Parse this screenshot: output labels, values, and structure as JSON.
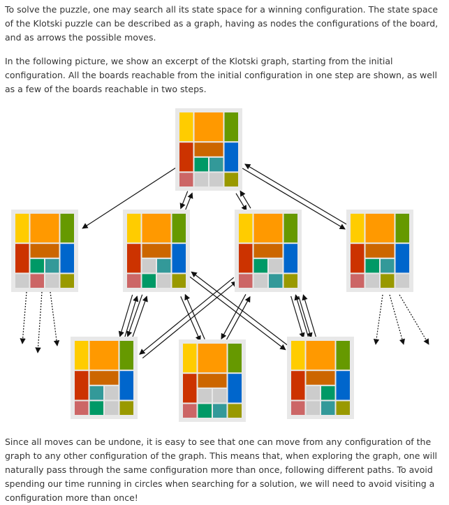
{
  "intro_text": "To solve the puzzle, one may search all its state space for a winning configuration. The state space of the Klotski puzzle can be described as a graph, having as nodes the configurations of the board, and as arrows the possible moves.",
  "picture_text": "In the following picture, we show an excerpt of the Klotski graph, starting from the initial configuration. All the boards reachable from the initial configuration in one step are shown, as well as a few of the boards reachable in two steps.",
  "closing_text": "Since all moves can be undone, it is easy to see that one can move from any configuration of the graph to any other configuration of the graph. This means that, when exploring the graph, one will naturally pass through the same configuration more than once, following different paths. To avoid spending our time running in circles when searching for a solution, we will need to avoid visiting a configuration more than once!",
  "colors": {
    "frame": "#e8e8e8",
    "yellow": "#ffcc00",
    "orange": "#ff9900",
    "green": "#669900",
    "red": "#cc3300",
    "brown": "#cc6600",
    "blue": "#0066cc",
    "teal": "#009966",
    "cyan": "#339999",
    "pink": "#cc6666",
    "olive": "#999900",
    "empty": "#cccccc",
    "arrow": "#111111"
  },
  "graph": {
    "boards": [
      {
        "id": "initial",
        "pieces": [
          [
            "yellow",
            0,
            0,
            1,
            2
          ],
          [
            "orange",
            1,
            0,
            2,
            2
          ],
          [
            "green",
            3,
            0,
            1,
            2
          ],
          [
            "red",
            0,
            2,
            1,
            2
          ],
          [
            "brown",
            1,
            2,
            2,
            1
          ],
          [
            "blue",
            3,
            2,
            1,
            2
          ],
          [
            "teal",
            1,
            3,
            1,
            1
          ],
          [
            "cyan",
            2,
            3,
            1,
            1
          ],
          [
            "pink",
            0,
            4,
            1,
            1
          ],
          [
            "empty",
            1,
            4,
            1,
            1
          ],
          [
            "empty",
            2,
            4,
            1,
            1
          ],
          [
            "olive",
            3,
            4,
            1,
            1
          ]
        ]
      },
      {
        "id": "step1-a",
        "pieces": [
          [
            "yellow",
            0,
            0,
            1,
            2
          ],
          [
            "orange",
            1,
            0,
            2,
            2
          ],
          [
            "green",
            3,
            0,
            1,
            2
          ],
          [
            "red",
            0,
            2,
            1,
            2
          ],
          [
            "brown",
            1,
            2,
            2,
            1
          ],
          [
            "blue",
            3,
            2,
            1,
            2
          ],
          [
            "teal",
            1,
            3,
            1,
            1
          ],
          [
            "cyan",
            2,
            3,
            1,
            1
          ],
          [
            "empty",
            0,
            4,
            1,
            1
          ],
          [
            "pink",
            1,
            4,
            1,
            1
          ],
          [
            "empty",
            2,
            4,
            1,
            1
          ],
          [
            "olive",
            3,
            4,
            1,
            1
          ]
        ]
      },
      {
        "id": "step1-b",
        "pieces": [
          [
            "yellow",
            0,
            0,
            1,
            2
          ],
          [
            "orange",
            1,
            0,
            2,
            2
          ],
          [
            "green",
            3,
            0,
            1,
            2
          ],
          [
            "red",
            0,
            2,
            1,
            2
          ],
          [
            "brown",
            1,
            2,
            2,
            1
          ],
          [
            "blue",
            3,
            2,
            1,
            2
          ],
          [
            "empty",
            1,
            3,
            1,
            1
          ],
          [
            "cyan",
            2,
            3,
            1,
            1
          ],
          [
            "pink",
            0,
            4,
            1,
            1
          ],
          [
            "teal",
            1,
            4,
            1,
            1
          ],
          [
            "empty",
            2,
            4,
            1,
            1
          ],
          [
            "olive",
            3,
            4,
            1,
            1
          ]
        ]
      },
      {
        "id": "step1-c",
        "pieces": [
          [
            "yellow",
            0,
            0,
            1,
            2
          ],
          [
            "orange",
            1,
            0,
            2,
            2
          ],
          [
            "green",
            3,
            0,
            1,
            2
          ],
          [
            "red",
            0,
            2,
            1,
            2
          ],
          [
            "brown",
            1,
            2,
            2,
            1
          ],
          [
            "blue",
            3,
            2,
            1,
            2
          ],
          [
            "teal",
            1,
            3,
            1,
            1
          ],
          [
            "empty",
            2,
            3,
            1,
            1
          ],
          [
            "pink",
            0,
            4,
            1,
            1
          ],
          [
            "empty",
            1,
            4,
            1,
            1
          ],
          [
            "cyan",
            2,
            4,
            1,
            1
          ],
          [
            "olive",
            3,
            4,
            1,
            1
          ]
        ]
      },
      {
        "id": "step1-d",
        "pieces": [
          [
            "yellow",
            0,
            0,
            1,
            2
          ],
          [
            "orange",
            1,
            0,
            2,
            2
          ],
          [
            "green",
            3,
            0,
            1,
            2
          ],
          [
            "red",
            0,
            2,
            1,
            2
          ],
          [
            "brown",
            1,
            2,
            2,
            1
          ],
          [
            "blue",
            3,
            2,
            1,
            2
          ],
          [
            "teal",
            1,
            3,
            1,
            1
          ],
          [
            "cyan",
            2,
            3,
            1,
            1
          ],
          [
            "pink",
            0,
            4,
            1,
            1
          ],
          [
            "empty",
            1,
            4,
            1,
            1
          ],
          [
            "olive",
            2,
            4,
            1,
            1
          ],
          [
            "empty",
            3,
            4,
            1,
            1
          ]
        ]
      },
      {
        "id": "step2-a",
        "pieces": [
          [
            "yellow",
            0,
            0,
            1,
            2
          ],
          [
            "orange",
            1,
            0,
            2,
            2
          ],
          [
            "green",
            3,
            0,
            1,
            2
          ],
          [
            "red",
            0,
            2,
            1,
            2
          ],
          [
            "brown",
            1,
            2,
            2,
            1
          ],
          [
            "blue",
            3,
            2,
            1,
            2
          ],
          [
            "cyan",
            1,
            3,
            1,
            1
          ],
          [
            "empty",
            2,
            3,
            1,
            1
          ],
          [
            "pink",
            0,
            4,
            1,
            1
          ],
          [
            "teal",
            1,
            4,
            1,
            1
          ],
          [
            "empty",
            2,
            4,
            1,
            1
          ],
          [
            "olive",
            3,
            4,
            1,
            1
          ]
        ]
      },
      {
        "id": "step2-b",
        "pieces": [
          [
            "yellow",
            0,
            0,
            1,
            2
          ],
          [
            "orange",
            1,
            0,
            2,
            2
          ],
          [
            "green",
            3,
            0,
            1,
            2
          ],
          [
            "red",
            0,
            2,
            1,
            2
          ],
          [
            "brown",
            1,
            2,
            2,
            1
          ],
          [
            "blue",
            3,
            2,
            1,
            2
          ],
          [
            "empty",
            1,
            3,
            1,
            1
          ],
          [
            "empty",
            2,
            3,
            1,
            1
          ],
          [
            "pink",
            0,
            4,
            1,
            1
          ],
          [
            "teal",
            1,
            4,
            1,
            1
          ],
          [
            "cyan",
            2,
            4,
            1,
            1
          ],
          [
            "olive",
            3,
            4,
            1,
            1
          ]
        ]
      },
      {
        "id": "step2-c",
        "pieces": [
          [
            "yellow",
            0,
            0,
            1,
            2
          ],
          [
            "orange",
            1,
            0,
            2,
            2
          ],
          [
            "green",
            3,
            0,
            1,
            2
          ],
          [
            "red",
            0,
            2,
            1,
            2
          ],
          [
            "brown",
            1,
            2,
            2,
            1
          ],
          [
            "blue",
            3,
            2,
            1,
            2
          ],
          [
            "empty",
            1,
            3,
            1,
            1
          ],
          [
            "teal",
            2,
            3,
            1,
            1
          ],
          [
            "pink",
            0,
            4,
            1,
            1
          ],
          [
            "empty",
            1,
            4,
            1,
            1
          ],
          [
            "cyan",
            2,
            4,
            1,
            1
          ],
          [
            "olive",
            3,
            4,
            1,
            1
          ]
        ]
      }
    ],
    "edges": [
      [
        "initial",
        "step1-a",
        "one-way"
      ],
      [
        "initial",
        "step1-b",
        "two-way"
      ],
      [
        "initial",
        "step1-c",
        "two-way"
      ],
      [
        "initial",
        "step1-d",
        "two-way"
      ],
      [
        "step1-a",
        "out",
        "dotted"
      ],
      [
        "step1-b",
        "step2-a",
        "two-way"
      ],
      [
        "step1-b",
        "step2-b",
        "two-way"
      ],
      [
        "step1-b",
        "step2-c",
        "two-way"
      ],
      [
        "step1-c",
        "step2-a",
        "two-way"
      ],
      [
        "step1-c",
        "step2-b",
        "two-way"
      ],
      [
        "step1-c",
        "step2-c",
        "two-way"
      ],
      [
        "step1-d",
        "out",
        "dotted"
      ]
    ]
  }
}
